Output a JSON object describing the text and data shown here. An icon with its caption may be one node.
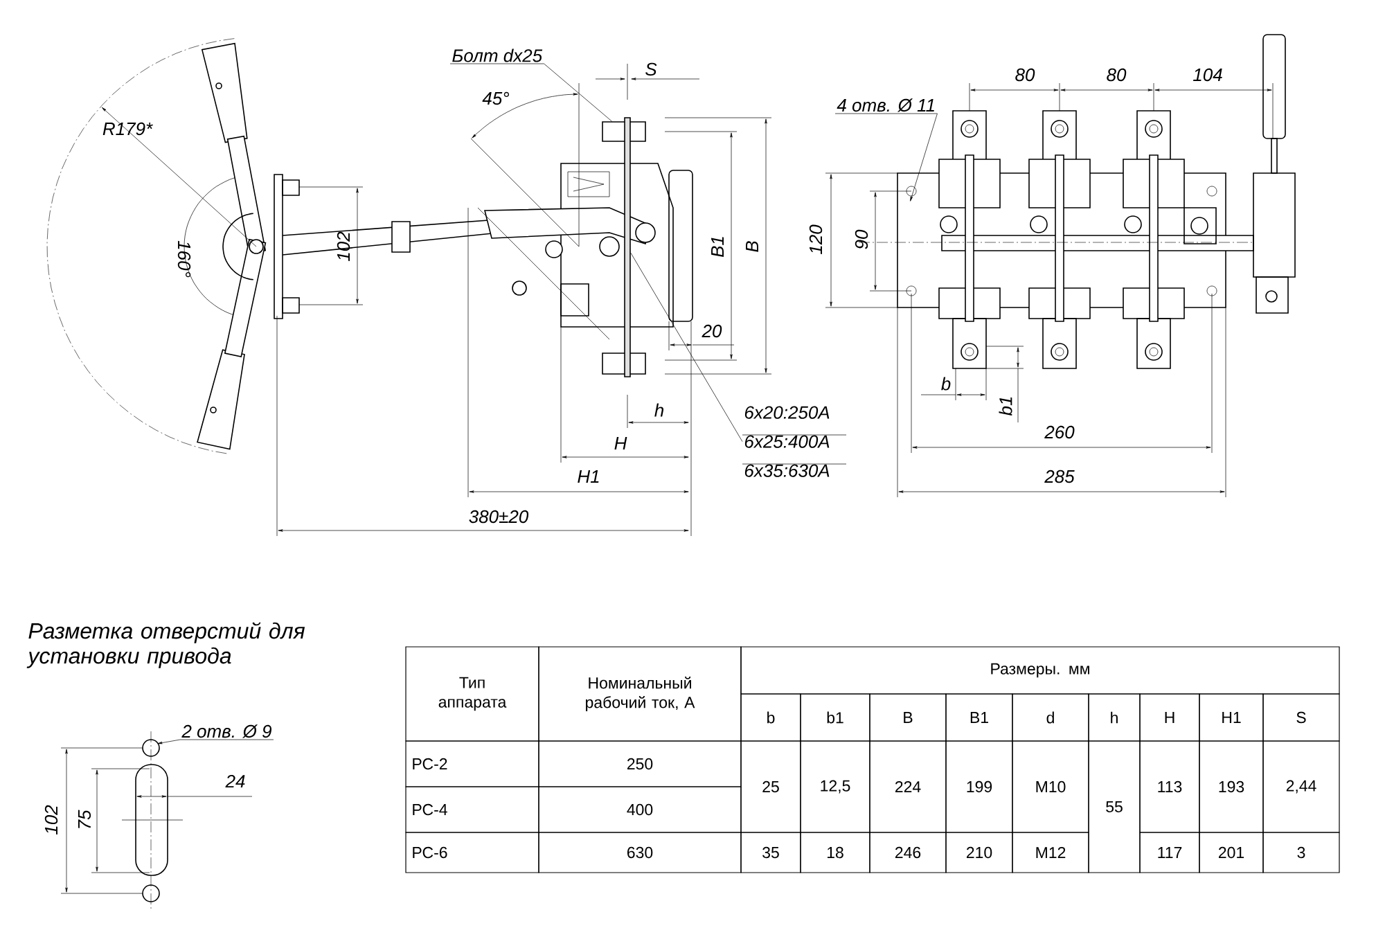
{
  "diagram": {
    "nodes": [
      {
        "text": [
          "Болт dx25"
        ]
      },
      {
        "text": [
          "4 отв. Ø 11"
        ]
      },
      {
        "text": [
          "6x20:250A",
          "6x25:400A",
          "6x35:630A"
        ]
      },
      {
        "text": [
          "2 отв. Ø 9"
        ]
      },
      {
        "text": [],
        "shape": "box"
      },
      {
        "text": [],
        "shape": "bar"
      }
    ],
    "edges": [
      {
        "from": 0,
        "to": 4,
        "arrow": "none"
      },
      {
        "from": 1,
        "to": null,
        "arrow": "to"
      },
      {
        "from": 2,
        "to": 5,
        "arrow": "none"
      },
      {
        "from": 3,
        "to": null,
        "arrow": "to"
      }
    ],
    "labels": [
      "S",
      "45°",
      "80",
      "80",
      "104",
      "120",
      "90",
      "R179*",
      "160°",
      "102",
      "B1",
      "B",
      "20",
      "h",
      "H",
      "H1",
      "380±20",
      "b",
      "b1",
      "260",
      "285",
      "Разметка отверстий для установки привода",
      "102",
      "75",
      "24",
      "Тип аппарата",
      "Номинальный рабочий ток, А",
      "Размеры. мм",
      "b",
      "b1",
      "B",
      "B1",
      "d",
      "h",
      "H",
      "H1",
      "S",
      "РС-2",
      "250",
      "25",
      "12,5",
      "224",
      "199",
      "M10",
      "55",
      "113",
      "193",
      "2,44",
      "РС-4",
      "400",
      "РС-6",
      "630",
      "35",
      "18",
      "246",
      "210",
      "M12",
      "117",
      "201",
      "3"
    ]
  }
}
